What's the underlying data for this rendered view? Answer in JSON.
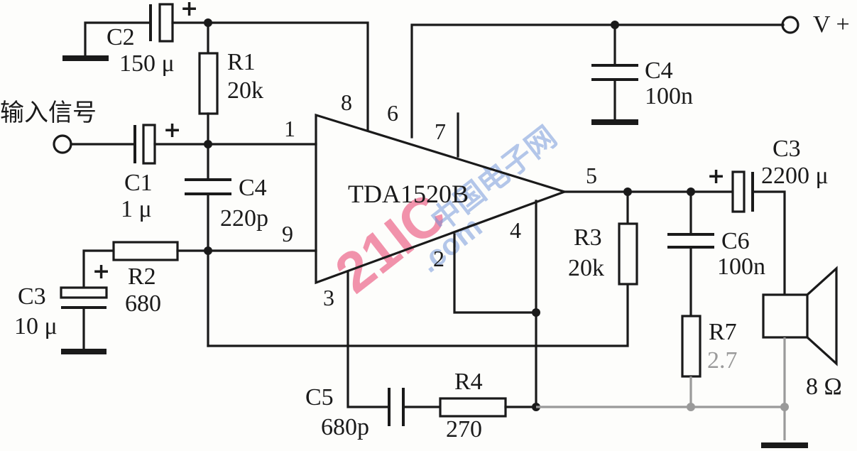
{
  "title_cn": "输入信号",
  "supply": "V +",
  "chip": "TDA1520B",
  "pins": {
    "p1": "1",
    "p2": "2",
    "p3": "3",
    "p4": "4",
    "p5": "5",
    "p6": "6",
    "p7": "7",
    "p8": "8",
    "p9": "9"
  },
  "components": {
    "c1": {
      "name": "C1",
      "value": "1 μ"
    },
    "c2": {
      "name": "C2",
      "value": "150 μ"
    },
    "c3_left": {
      "name": "C3",
      "value": "10 μ"
    },
    "c3_out": {
      "name": "C3",
      "value": "2200 μ"
    },
    "c4_top": {
      "name": "C4",
      "value": "100n"
    },
    "c4_mid": {
      "name": "C4",
      "value": "220p"
    },
    "c5": {
      "name": "C5",
      "value": "680p"
    },
    "c6": {
      "name": "C6",
      "value": "100n"
    },
    "r1": {
      "name": "R1",
      "value": "20k"
    },
    "r2": {
      "name": "R2",
      "value": "680"
    },
    "r3": {
      "name": "R3",
      "value": "20k"
    },
    "r4": {
      "name": "R4",
      "value": "270"
    },
    "r7": {
      "name": "R7",
      "value": "2.7"
    }
  },
  "speaker": "8 Ω",
  "plus_sign": "+",
  "watermark": {
    "big": "21IC",
    "small": "中国电子网",
    "domain": ".com"
  }
}
